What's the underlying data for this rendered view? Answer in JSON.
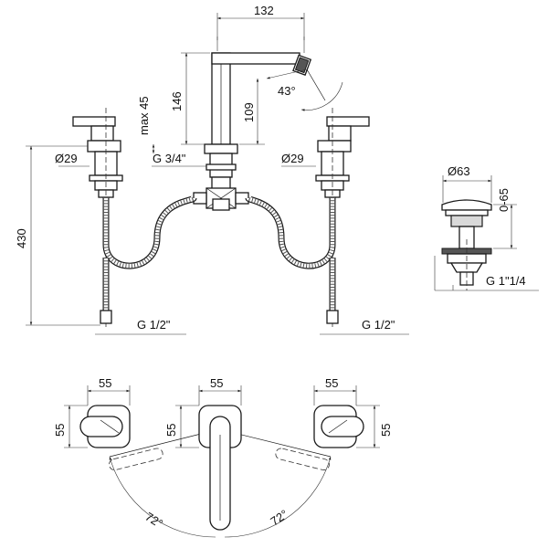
{
  "dimensions": {
    "spout_reach": "132",
    "spout_height": "146",
    "spout_lower_height": "109",
    "swivel_max": "max 45",
    "aerator_angle": "43°",
    "spout_thread": "G 3/4\"",
    "left_handle_dia": "Ø29",
    "right_handle_dia": "Ø29",
    "total_height": "430",
    "left_inlet": "G 1/2\"",
    "right_inlet": "G 1/2\"",
    "waste_dia": "Ø63",
    "waste_range": "0-65",
    "waste_thread": "G 1\"1/4",
    "plan_left_w": "55",
    "plan_left_h": "55",
    "plan_center_w": "55",
    "plan_center_h": "55",
    "plan_right_w": "55",
    "plan_right_h": "55",
    "rotation_left": "72°",
    "rotation_right": "72°"
  }
}
